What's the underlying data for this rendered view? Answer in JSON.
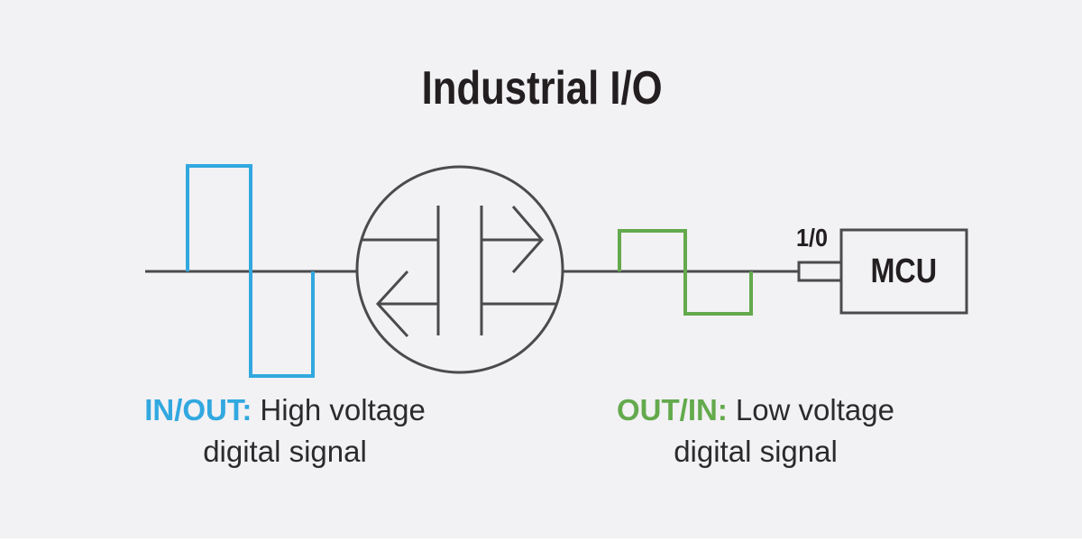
{
  "title": "Industrial I/O",
  "colors": {
    "background": "#F2F1F4",
    "line": "#4B4B4D",
    "title_text": "#231F20",
    "caption_text": "#2B2A2C",
    "blue": "#31A8DF",
    "green": "#63AA4D",
    "bottom_strip": "#FFFFFF"
  },
  "mcu": {
    "label": "MCU"
  },
  "port": {
    "label": "1/0"
  },
  "captions": {
    "left": {
      "prefix": "IN/OUT:",
      "rest": "High voltage",
      "line2": "digital signal"
    },
    "right": {
      "prefix": "OUT/IN:",
      "rest": "Low voltage",
      "line2": "digital signal"
    }
  }
}
